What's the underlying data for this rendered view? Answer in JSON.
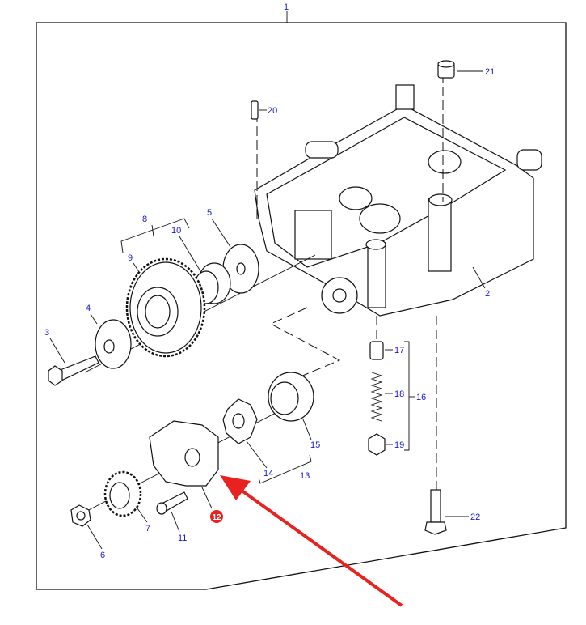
{
  "labels": {
    "p1": "1",
    "p2": "2",
    "p3": "3",
    "p4": "4",
    "p5": "5",
    "p6": "6",
    "p7": "7",
    "p8": "8",
    "p9": "9",
    "p10": "10",
    "p11": "11",
    "p12": "12",
    "p13": "13",
    "p14": "14",
    "p15": "15",
    "p16": "16",
    "p17": "17",
    "p18": "18",
    "p19": "19",
    "p20": "20",
    "p21": "21",
    "p22": "22"
  },
  "highlight": {
    "part": "12",
    "color": "#e8231f"
  },
  "colors": {
    "label": "#1a1ad0",
    "arrow": "#e8231f",
    "line": "#111111"
  }
}
